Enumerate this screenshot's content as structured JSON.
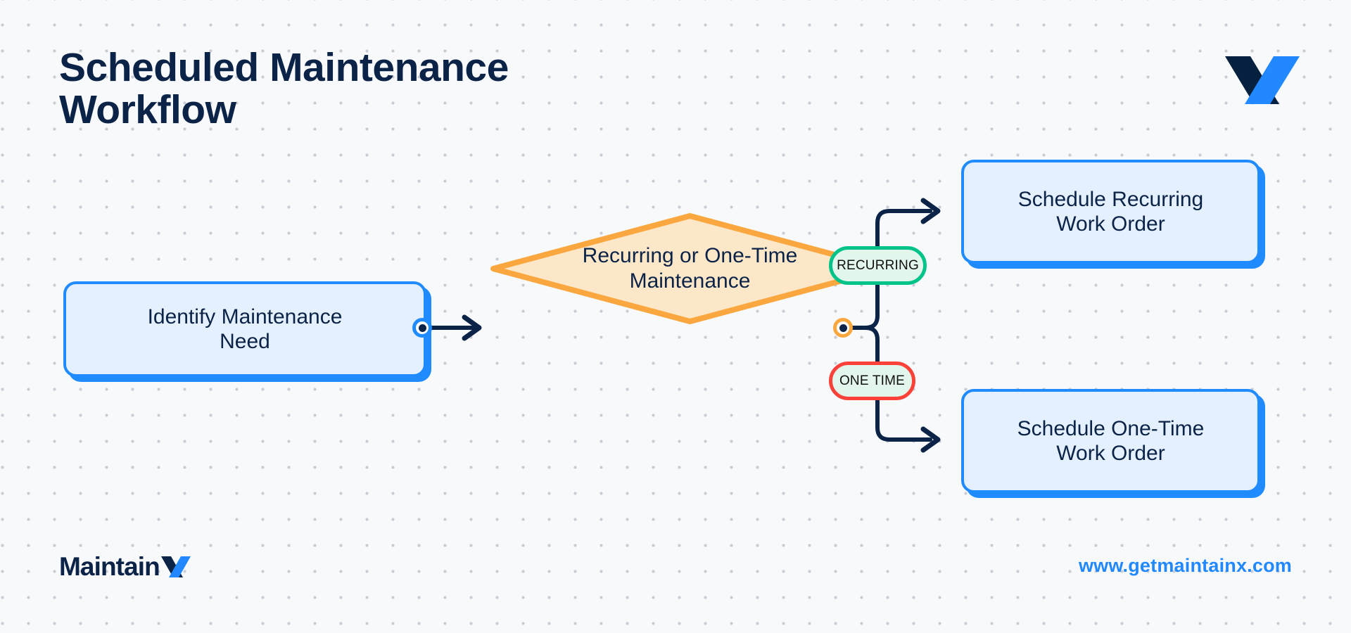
{
  "header": {
    "title": "Scheduled Maintenance\nWorkflow",
    "brand_mark": "maintainx-x-logo"
  },
  "theme": {
    "background": "#f7f9fb",
    "dot_grid": "#c9ccd4",
    "navy": "#0b2347",
    "blue": "#1f8bff",
    "blue_fill": "#e4f0fd",
    "orange": "#f9a73e",
    "orange_fill": "#fde7c9",
    "green": "#00c389",
    "red": "#fa4238",
    "badge_fill": "#e2f6ec"
  },
  "flowchart": {
    "nodes": {
      "start": {
        "label": "Identify Maintenance\nNeed",
        "shape": "process"
      },
      "decision": {
        "label": "Recurring or One-Time\nMaintenance",
        "shape": "diamond"
      },
      "recurring_outcome": {
        "label": "Schedule Recurring\nWork Order",
        "shape": "process"
      },
      "onetime_outcome": {
        "label": "Schedule One-Time\nWork Order",
        "shape": "process"
      }
    },
    "branch_labels": {
      "recurring": "RECURRING",
      "one_time": "ONE TIME"
    },
    "edges": [
      {
        "from": "start",
        "to": "decision",
        "label": ""
      },
      {
        "from": "decision",
        "to": "recurring_outcome",
        "label": "RECURRING"
      },
      {
        "from": "decision",
        "to": "onetime_outcome",
        "label": "ONE TIME"
      }
    ]
  },
  "footer": {
    "logo_text": "Maintain",
    "logo_mark": "maintainx-x-logo",
    "url": "www.getmaintainx.com"
  }
}
